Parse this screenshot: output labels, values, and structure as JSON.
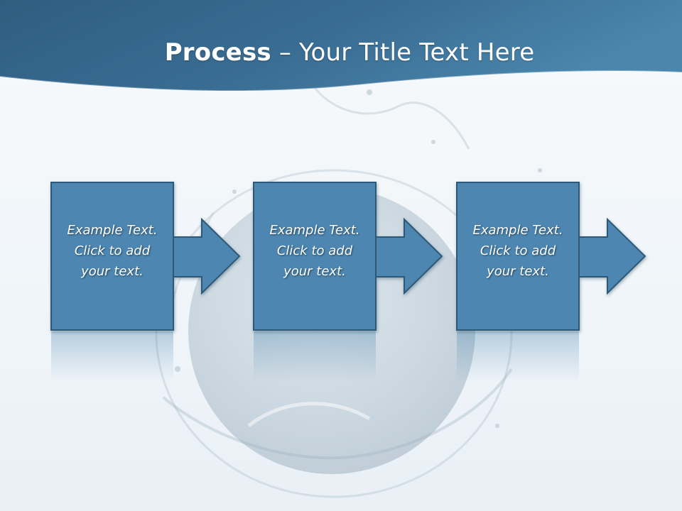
{
  "slide": {
    "title_bold": "Process",
    "title_rest": " – Your Title Text Here"
  },
  "steps": [
    {
      "line1": "Example Text.",
      "line2": "Click  to add",
      "line3": "your text."
    },
    {
      "line1": "Example Text.",
      "line2": "Click  to add",
      "line3": "your text."
    },
    {
      "line1": "Example Text.",
      "line2": "Click  to add",
      "line3": "your text."
    }
  ],
  "colors": {
    "header_dark": "#2f5d80",
    "header_light": "#4a86ad",
    "box_fill": "#4d87b1",
    "box_border": "#2e5877",
    "background": "#f4f8fb"
  },
  "icons": {
    "arrow": "right-arrow-icon",
    "globe": "water-globe-icon"
  }
}
